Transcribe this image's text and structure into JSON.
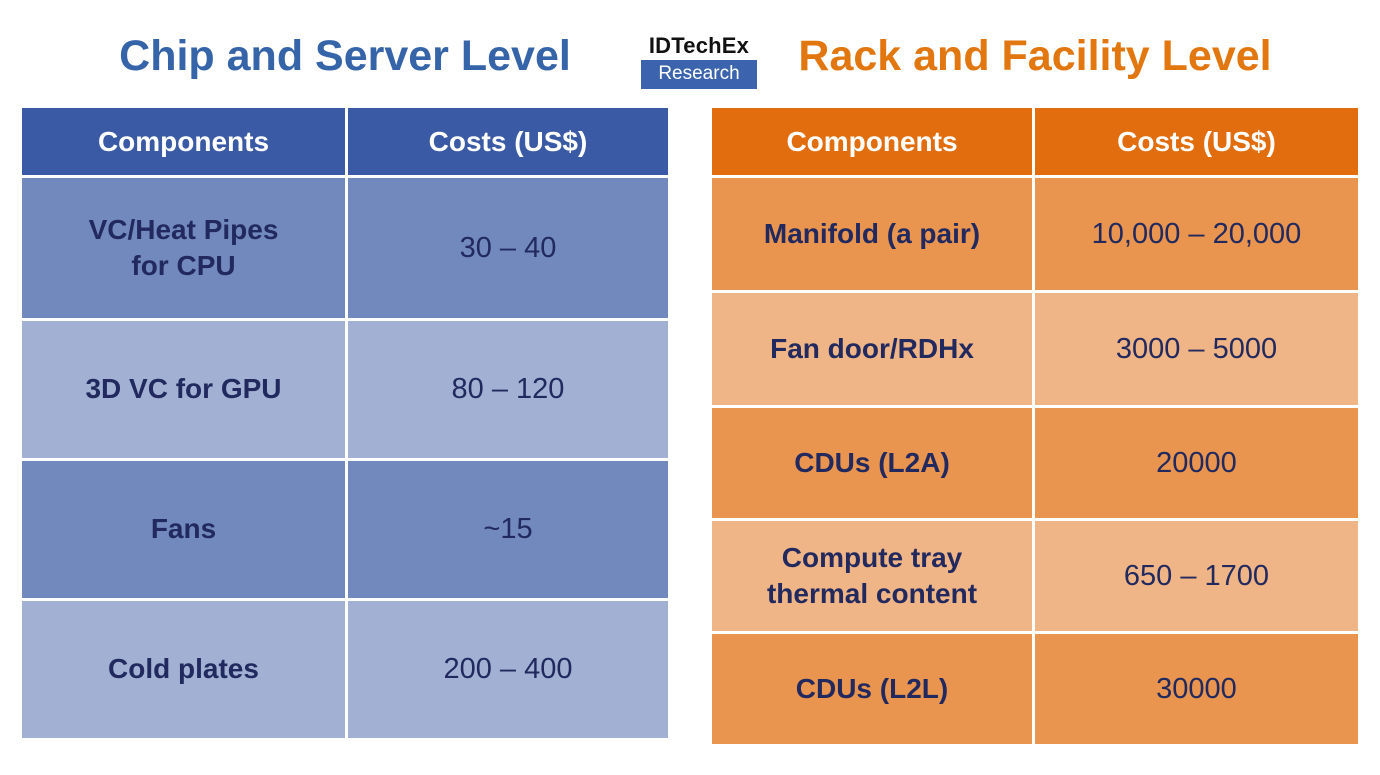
{
  "titles": {
    "left": "Chip and Server Level",
    "right": "Rack and Facility Level"
  },
  "logo": {
    "brand": "IDTechEx",
    "sub": "Research"
  },
  "left_table": {
    "headers": [
      "Components",
      "Costs (US$)"
    ],
    "rows": [
      {
        "component": "VC/Heat Pipes\nfor CPU",
        "cost": "30 – 40"
      },
      {
        "component": "3D VC for GPU",
        "cost": "80 – 120"
      },
      {
        "component": "Fans",
        "cost": "~15"
      },
      {
        "component": "Cold plates",
        "cost": "200 – 400"
      }
    ]
  },
  "right_table": {
    "headers": [
      "Components",
      "Costs (US$)"
    ],
    "rows": [
      {
        "component": "Manifold (a pair)",
        "cost": "10,000 – 20,000"
      },
      {
        "component": "Fan door/RDHx",
        "cost": "3000 – 5000"
      },
      {
        "component": "CDUs (L2A)",
        "cost": "20000"
      },
      {
        "component": "Compute tray\nthermal content",
        "cost": "650 – 1700"
      },
      {
        "component": "CDUs (L2L)",
        "cost": "30000"
      }
    ]
  },
  "colors": {
    "title_blue": "#3564A8",
    "title_orange": "#E2760F",
    "header_blue": "#3A5AA5",
    "row_blue_medium": "#7289BE",
    "row_blue_light": "#A2B1D3",
    "header_orange": "#E26D0E",
    "row_orange_medium": "#E9954F",
    "row_orange_light": "#F0B586",
    "cell_text": "#21295E",
    "logo_blue": "#3C64AE"
  },
  "chart_data": [
    {
      "type": "table",
      "title": "Chip and Server Level",
      "columns": [
        "Components",
        "Costs (US$)"
      ],
      "rows": [
        [
          "VC/Heat Pipes for CPU",
          "30 – 40"
        ],
        [
          "3D VC for GPU",
          "80 – 120"
        ],
        [
          "Fans",
          "~15"
        ],
        [
          "Cold plates",
          "200 – 400"
        ]
      ]
    },
    {
      "type": "table",
      "title": "Rack and Facility Level",
      "columns": [
        "Components",
        "Costs (US$)"
      ],
      "rows": [
        [
          "Manifold (a pair)",
          "10,000 – 20,000"
        ],
        [
          "Fan door/RDHx",
          "3000 – 5000"
        ],
        [
          "CDUs (L2A)",
          "20000"
        ],
        [
          "Compute tray thermal content",
          "650 – 1700"
        ],
        [
          "CDUs (L2L)",
          "30000"
        ]
      ]
    }
  ]
}
